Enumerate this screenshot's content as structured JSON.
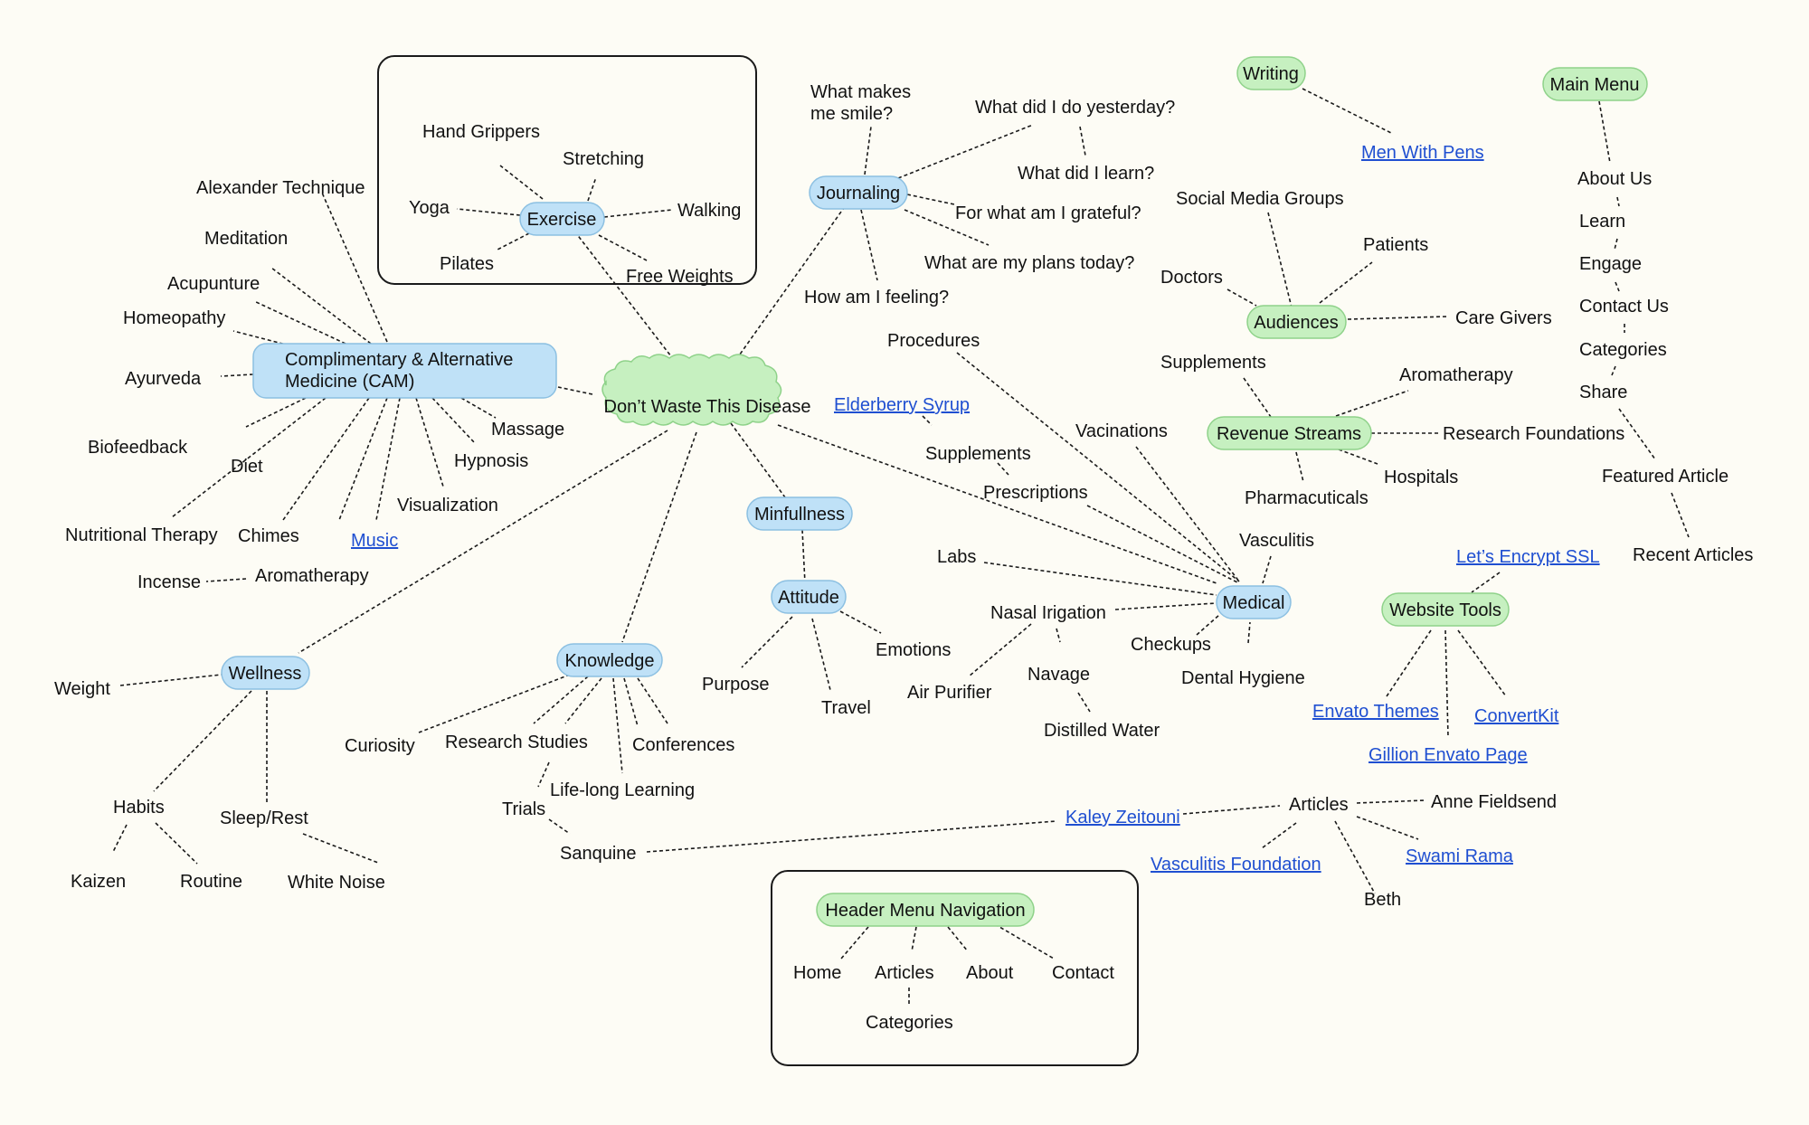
{
  "center": "Don’t Waste This Disease",
  "nodes": {
    "exercise": "Exercise",
    "hand_grippers": "Hand Grippers",
    "stretching": "Stretching",
    "yoga": "Yoga",
    "walking": "Walking",
    "pilates": "Pilates",
    "free_weights": "Free Weights",
    "cam_line1": "Complimentary & Alternative",
    "cam_line2": "Medicine (CAM)",
    "alexander": "Alexander Technique",
    "meditation": "Meditation",
    "acupunture": "Acupunture",
    "homeopathy": "Homeopathy",
    "ayurveda": "Ayurveda",
    "biofeedback": "Biofeedback",
    "diet": "Diet",
    "nutritional": "Nutritional Therapy",
    "chimes": "Chimes",
    "music": "Music",
    "visualization": "Visualization",
    "hypnosis": "Hypnosis",
    "massage": "Massage",
    "incense": "Incense",
    "aromatherapy_cam": "Aromatherapy",
    "journaling": "Journaling",
    "smile_1": "What makes",
    "smile_2": "me smile?",
    "yesterday": "What did I do yesterday?",
    "learn_q": "What did I learn?",
    "grateful": "For what am I grateful?",
    "plans": "What are my plans today?",
    "feeling": "How am I feeling?",
    "writing": "Writing",
    "men_with_pens": "Men With Pens",
    "main_menu": "Main Menu",
    "about_us": "About Us",
    "learn": "Learn",
    "engage": "Engage",
    "contact_us": "Contact Us",
    "categories": "Categories",
    "share": "Share",
    "featured": "Featured Article",
    "recent": "Recent Articles",
    "audiences": "Audiences",
    "social_groups": "Social Media Groups",
    "patients": "Patients",
    "doctors": "Doctors",
    "care_givers": "Care Givers",
    "revenue": "Revenue Streams",
    "supplements_rev": "Supplements",
    "aromatherapy_rev": "Aromatherapy",
    "research_foundations": "Research Foundations",
    "hospitals": "Hospitals",
    "pharmaceuticals": "Pharmacuticals",
    "elderberry": "Elderberry Syrup",
    "supplements_med": "Supplements",
    "prescriptions": "Prescriptions",
    "procedures": "Procedures",
    "vacinations": "Vacinations",
    "vasculitis": "Vasculitis",
    "labs": "Labs",
    "medical": "Medical",
    "nasal": "Nasal Irigation",
    "checkups": "Checkups",
    "dental": "Dental Hygiene",
    "navage": "Navage",
    "air_purifier": "Air Purifier",
    "distilled": "Distilled Water",
    "minfullness": "Minfullness",
    "attitude": "Attitude",
    "emotions": "Emotions",
    "purpose": "Purpose",
    "travel": "Travel",
    "website_tools": "Website Tools",
    "lets_encrypt": "Let’s Encrypt SSL",
    "envato_themes": "Envato Themes",
    "convertkit": "ConvertKit",
    "gillion": "Gillion Envato Page",
    "wellness": "Wellness",
    "weight": "Weight",
    "habits": "Habits",
    "sleep": "Sleep/Rest",
    "kaizen": "Kaizen",
    "routine": "Routine",
    "white_noise": "White Noise",
    "knowledge": "Knowledge",
    "curiosity": "Curiosity",
    "research_studies": "Research Studies",
    "conferences": "Conferences",
    "lifelong": "Life-long Learning",
    "trials": "Trials",
    "sanquine": "Sanquine",
    "articles": "Articles",
    "anne": "Anne Fieldsend",
    "kaley": "Kaley Zeitouni",
    "vasculitis_foundation": "Vasculitis Foundation",
    "swami": "Swami Rama",
    "beth": "Beth",
    "header_nav": "Header Menu Navigation",
    "home": "Home",
    "articles_nav": "Articles",
    "about": "About",
    "contact": "Contact",
    "categories_nav": "Categories"
  },
  "colors": {
    "background": "#fdfcf5",
    "topic_blue": "#bfe1f7",
    "topic_green": "#c6f0c0",
    "link": "#1f4fd1"
  }
}
